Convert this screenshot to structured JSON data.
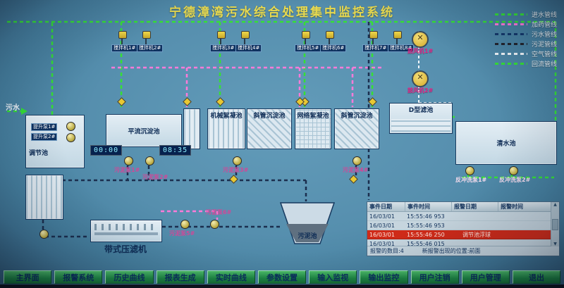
{
  "title": "宁德漳湾污水综合处理集中监控系统",
  "colors": {
    "title_accent": "#e8d94f",
    "button_green": "#2fa352",
    "pipe_water": "#35e035",
    "pipe_dosing": "#ff7ad9",
    "pipe_sludge": "#1b2e4e",
    "pipe_air": "#f0f5f9",
    "alarm_red": "#cf2a18"
  },
  "legend": [
    {
      "label": "进水管线",
      "color": "#35e035"
    },
    {
      "label": "加药管线",
      "color": "#ff7ad9"
    },
    {
      "label": "污水管线",
      "color": "#14386b"
    },
    {
      "label": "污泥管线",
      "color": "#22242c"
    },
    {
      "label": "空气管线",
      "color": "#f0f5f9"
    },
    {
      "label": "回流管线",
      "color": "#35e035"
    }
  ],
  "process": {
    "inlet": "污水",
    "mixers": [
      "搅拌机1#",
      "搅拌机2#",
      "搅拌机3#",
      "搅拌机4#",
      "搅拌机5#",
      "搅拌机6#",
      "搅拌机7#",
      "搅拌机8#"
    ],
    "lift_pumps": [
      "提升泵1#",
      "提升泵2#"
    ],
    "blowers": [
      "鼓风机1#",
      "鼓风机2#"
    ],
    "sludge_pumps": [
      "污泥泵1#",
      "污泥泵2#",
      "污泥泵3#",
      "污泥泵4#",
      "污泥泵5#",
      "污泥泵6#"
    ],
    "backwash_pumps": [
      "反冲洗泵1#",
      "反冲洗泵2#"
    ],
    "tanks": {
      "regulation": "调节池",
      "horizontal_sed": "平流沉淀池",
      "mech_floc": "机械絮凝池",
      "inclined_sed1": "斜管沉淀池",
      "grid_floc": "网络絮凝池",
      "inclined_sed2": "斜管沉淀池",
      "d_filter": "D型滤池",
      "clear_water": "清水池",
      "sludge": "污泥池",
      "belt_press": "带式压滤机"
    },
    "timers": {
      "t1": "00:00",
      "t2": "08:35"
    }
  },
  "alarms": {
    "headers": [
      "事件日期",
      "事件时间",
      "报警日期",
      "报警时间"
    ],
    "rows": [
      {
        "date": "16/03/01",
        "time": "15:55:46 953",
        "msg": ""
      },
      {
        "date": "16/03/01",
        "time": "15:55:46 953",
        "msg": ""
      },
      {
        "date": "16/03/01",
        "time": "15:55:46 250",
        "msg": "调节池浮球"
      },
      {
        "date": "16/03/01",
        "time": "15:55:46 015",
        "msg": ""
      }
    ],
    "count_label": "报警的数目:4",
    "position_label": "新报警出现的位置:前面"
  },
  "nav": [
    "主界面",
    "报警系统",
    "历史曲线",
    "报表生成",
    "实时曲线",
    "参数设置",
    "输入监视",
    "输出监控",
    "用户注销",
    "用户管理",
    "退出"
  ]
}
